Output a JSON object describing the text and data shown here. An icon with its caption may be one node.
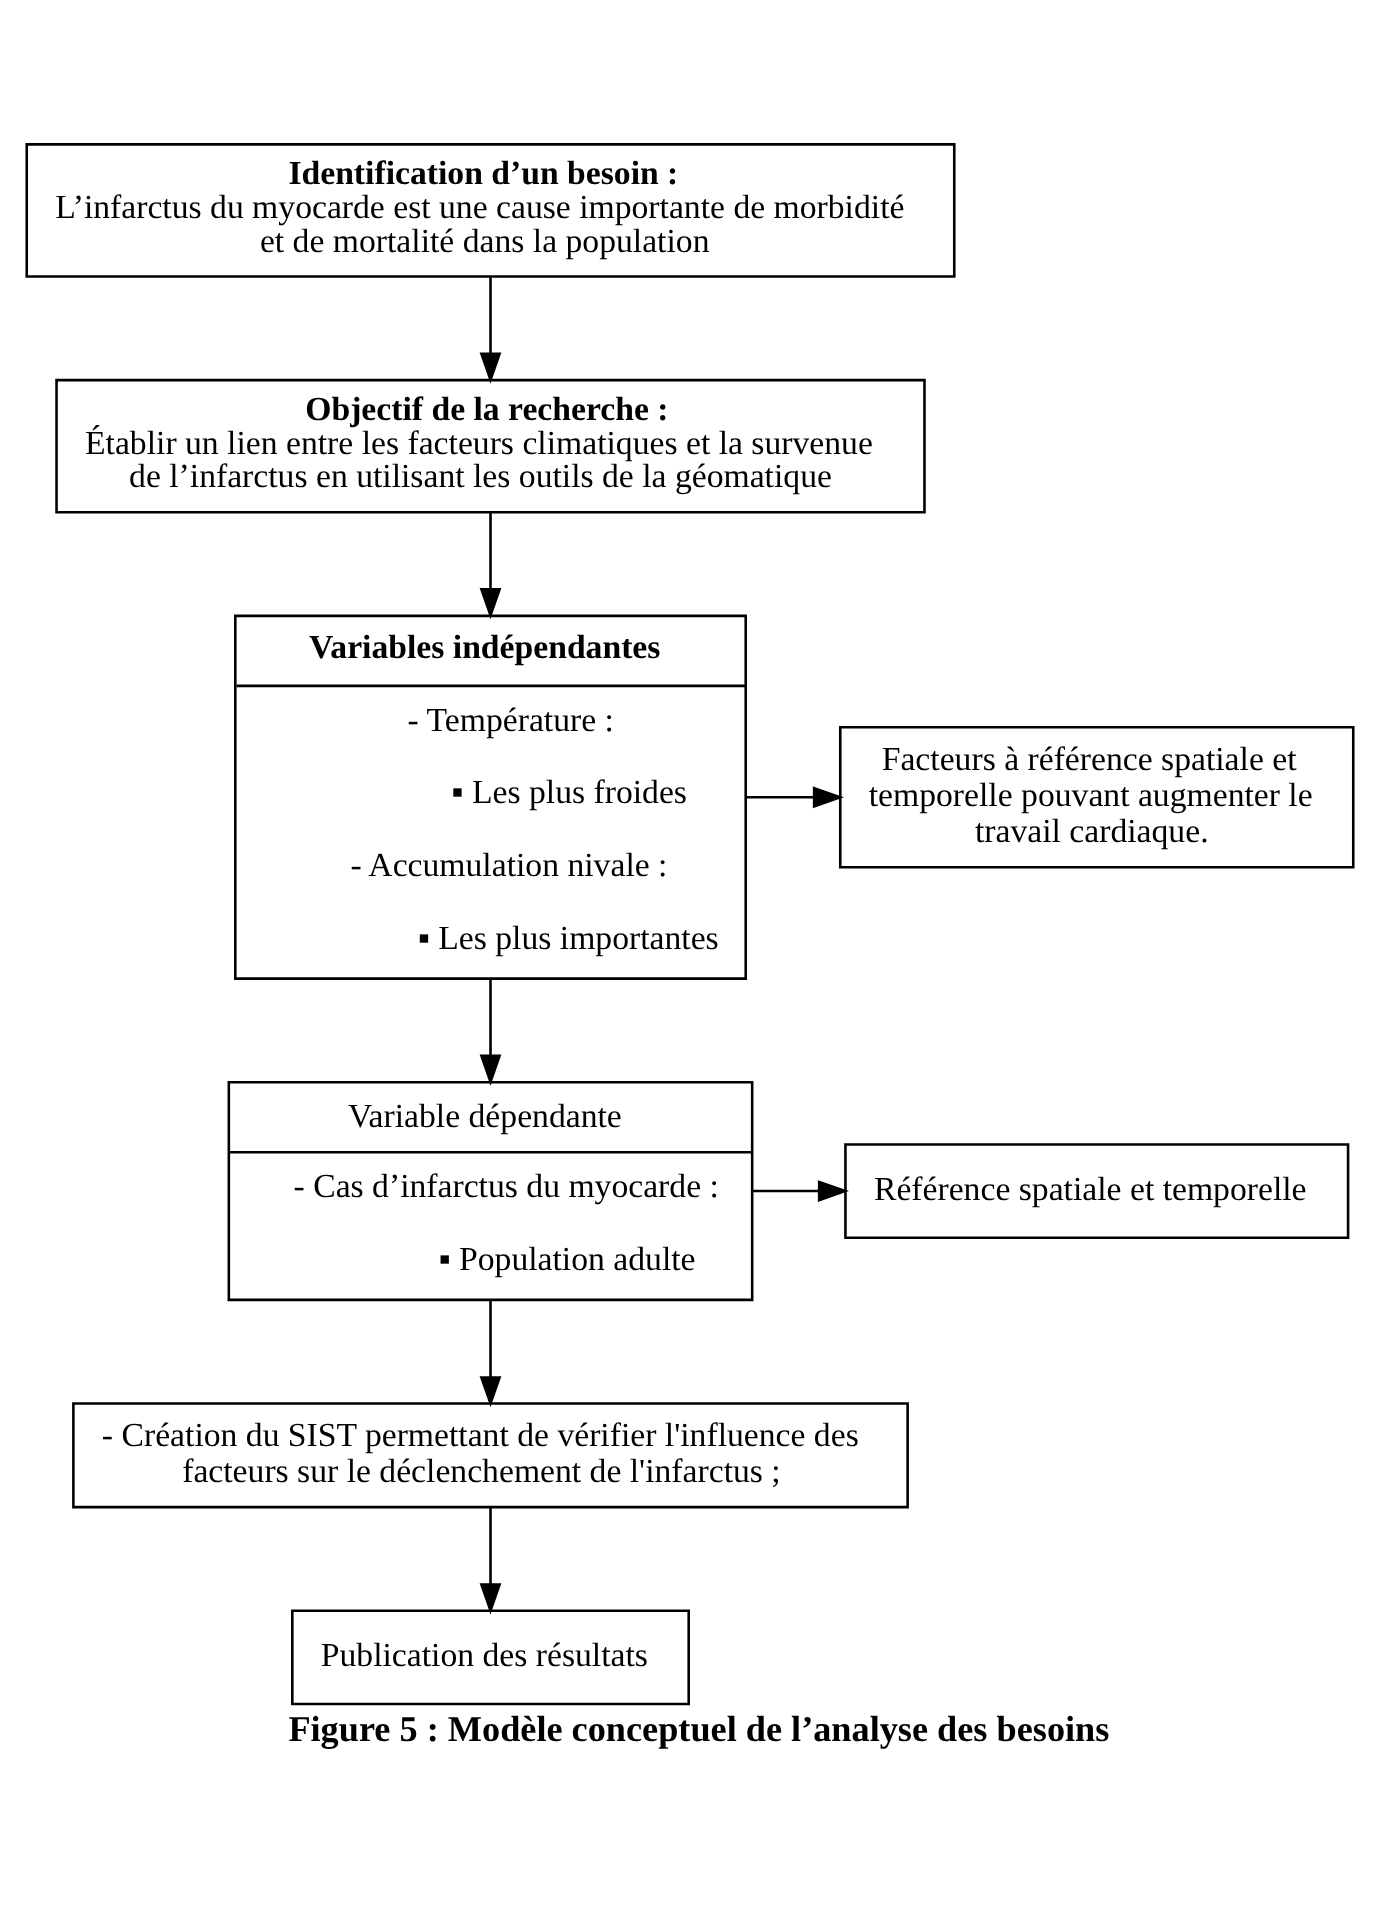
{
  "diagram": {
    "caption": "Figure 5 : Modèle conceptuel de l’analyse des besoins",
    "nodes": [
      {
        "text": [
          "Identification d’un besoin :",
          "L’infarctus du myocarde est une cause importante de morbidité et de mortalité dans la population"
        ]
      },
      {
        "text": [
          "Objectif de la recherche :",
          "Établir un lien entre les facteurs climatiques et la survenue de l’infarctus en utilisant les outils de la géomatique"
        ]
      },
      {
        "text": [
          "Variables indépendantes",
          "- Température :",
          "▪ Les plus froides",
          "- Accumulation nivale :",
          "▪ Les plus importantes"
        ]
      },
      {
        "text": [
          "Facteurs à référence spatiale et temporelle pouvant augmenter le travail cardiaque."
        ]
      },
      {
        "text": [
          "Variable dépendante",
          "- Cas d’infarctus du myocarde :",
          "▪ Population adulte"
        ]
      },
      {
        "text": [
          "Référence spatiale et temporelle"
        ]
      },
      {
        "text": [
          "- Création du SIST permettant de vérifier l'influence des facteurs sur le déclenchement de l'infarctus ;"
        ]
      },
      {
        "text": [
          "Publication des résultats"
        ]
      }
    ],
    "edges": [
      {
        "from": 0,
        "to": 1,
        "arrow": "to"
      },
      {
        "from": 1,
        "to": 2,
        "arrow": "to"
      },
      {
        "from": 2,
        "to": 3,
        "arrow": "to"
      },
      {
        "from": 2,
        "to": 4,
        "arrow": "to"
      },
      {
        "from": 4,
        "to": 5,
        "arrow": "to"
      },
      {
        "from": 4,
        "to": 6,
        "arrow": "to"
      },
      {
        "from": 6,
        "to": 7,
        "arrow": "to"
      }
    ]
  }
}
